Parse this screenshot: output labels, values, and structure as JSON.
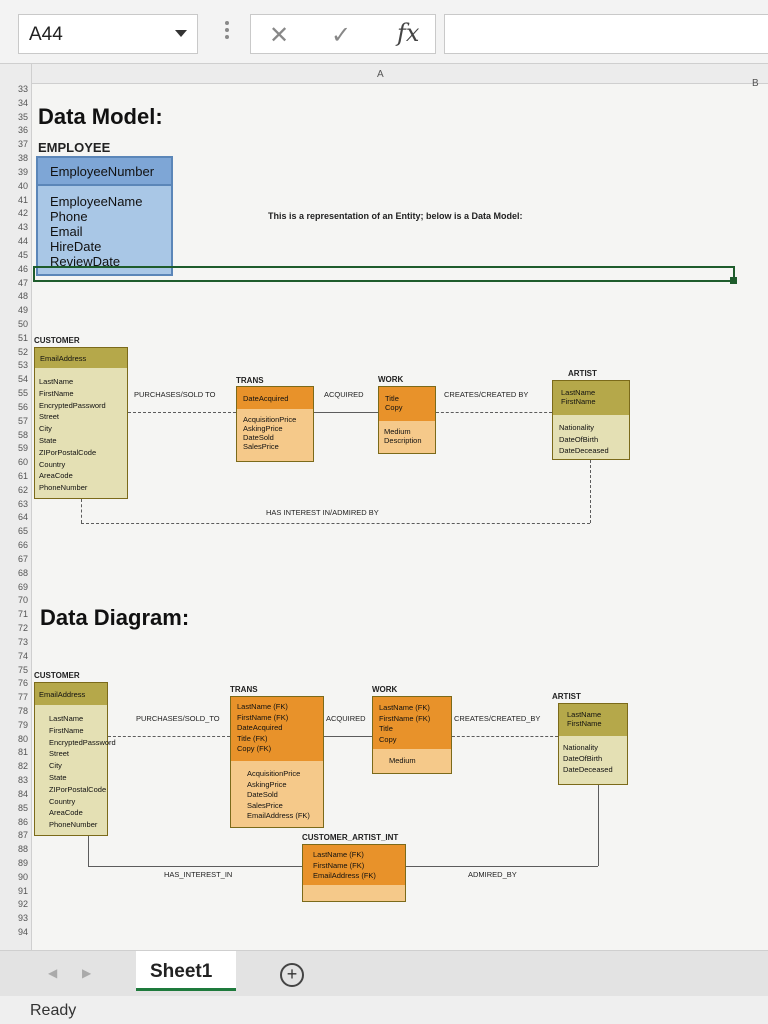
{
  "formula_bar": {
    "name_box": "A44",
    "cancel_icon": "✕",
    "enter_icon": "✓",
    "fx_label": "fx",
    "formula_value": ""
  },
  "sheet": {
    "row_numbers": [
      "33",
      "34",
      "35",
      "36",
      "37",
      "38",
      "39",
      "40",
      "41",
      "42",
      "43",
      "44",
      "45",
      "46",
      "47",
      "48",
      "49",
      "50",
      "51",
      "52",
      "53",
      "54",
      "55",
      "56",
      "57",
      "58",
      "59",
      "60",
      "61",
      "62",
      "63",
      "64",
      "65",
      "66",
      "67",
      "68",
      "69",
      "70",
      "71",
      "72",
      "73",
      "74",
      "75",
      "76",
      "77",
      "78",
      "79",
      "80",
      "81",
      "82",
      "83",
      "84",
      "85",
      "86",
      "87",
      "88",
      "89",
      "90",
      "91",
      "92",
      "93",
      "94"
    ],
    "col_a": "A",
    "col_b": "B",
    "data_model_heading": "Data Model:",
    "data_diagram_heading": "Data Diagram:",
    "entity_caption": "This is a representation of an Entity; below is a Data Model:",
    "employee": {
      "title": "EMPLOYEE",
      "key": "EmployeeNumber",
      "attributes": [
        "EmployeeName",
        "Phone",
        "Email",
        "HireDate",
        "ReviewDate"
      ]
    },
    "model": {
      "customer": {
        "title": "CUSTOMER",
        "key": "EmailAddress",
        "attributes": [
          "LastName",
          "FirstName",
          "EncryptedPassword",
          "Street",
          "City",
          "State",
          "ZIPorPostalCode",
          "Country",
          "AreaCode",
          "PhoneNumber"
        ]
      },
      "trans": {
        "title": "TRANS",
        "key": "DateAcquired",
        "attributes": [
          "AcquisitionPrice",
          "AskingPrice",
          "DateSold",
          "SalesPrice"
        ]
      },
      "work": {
        "title": "WORK",
        "key": [
          "Title",
          "Copy"
        ],
        "attributes": [
          "Medium",
          "Description"
        ]
      },
      "artist": {
        "title": "ARTIST",
        "key": [
          "LastName",
          "FirstName"
        ],
        "attributes": [
          "Nationality",
          "DateOfBirth",
          "DateDeceased"
        ]
      },
      "rel_purchases": "PURCHASES/SOLD TO",
      "rel_acquired": "ACQUIRED",
      "rel_creates": "CREATES/CREATED BY",
      "rel_interest": "HAS INTEREST IN/ADMIRED BY"
    },
    "diagram": {
      "customer": {
        "title": "CUSTOMER",
        "key": "EmailAddress",
        "attributes": [
          "LastName",
          "FirstName",
          "EncryptedPassword",
          "Street",
          "City",
          "State",
          "ZIPorPostalCode",
          "Country",
          "AreaCode",
          "PhoneNumber"
        ]
      },
      "trans": {
        "title": "TRANS",
        "key": [
          "LastName (FK)",
          "FirstName (FK)",
          "DateAcquired",
          "Title (FK)",
          "Copy (FK)"
        ],
        "attributes": [
          "AcquisitionPrice",
          "AskingPrice",
          "DateSold",
          "SalesPrice",
          "EmailAddress (FK)"
        ]
      },
      "work": {
        "title": "WORK",
        "key": [
          "LastName (FK)",
          "FirstName (FK)",
          "Title",
          "Copy"
        ],
        "attributes": [
          "Medium"
        ]
      },
      "artist": {
        "title": "ARTIST",
        "key": [
          "LastName",
          "FirstName"
        ],
        "attributes": [
          "Nationality",
          "DateOfBirth",
          "DateDeceased"
        ]
      },
      "cai": {
        "title": "CUSTOMER_ARTIST_INT",
        "key": [
          "LastName (FK)",
          "FirstName (FK)",
          "EmailAddress (FK)"
        ]
      },
      "rel_purchases": "PURCHASES/SOLD_TO",
      "rel_acquired": "ACQUIRED",
      "rel_creates": "CREATES/CREATED_BY",
      "rel_interest": "HAS_INTEREST_IN",
      "rel_admired": "ADMIRED_BY"
    }
  },
  "tabs": {
    "sheet_name": "Sheet1",
    "add_icon": "+"
  },
  "status": {
    "text": "Ready"
  }
}
